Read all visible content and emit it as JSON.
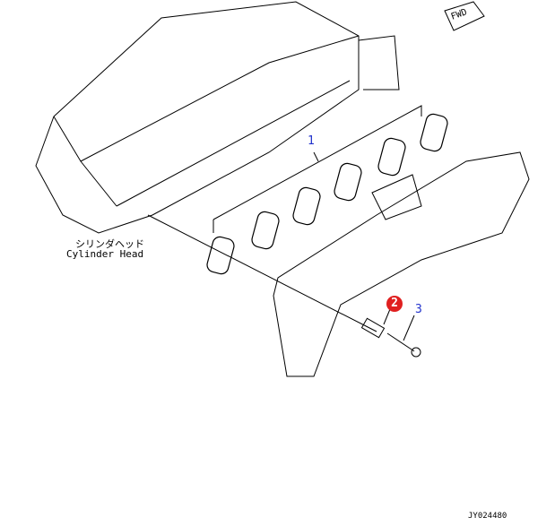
{
  "callouts": {
    "one": "1",
    "two": "2",
    "three": "3"
  },
  "cylinder_head": {
    "jp": "シリンダヘッド",
    "en": "Cylinder Head"
  },
  "fwd": "FWD",
  "drawing_code": "JY024480",
  "colors": {
    "callout_blue": "#2233cc",
    "callout_red": "#e02020"
  }
}
